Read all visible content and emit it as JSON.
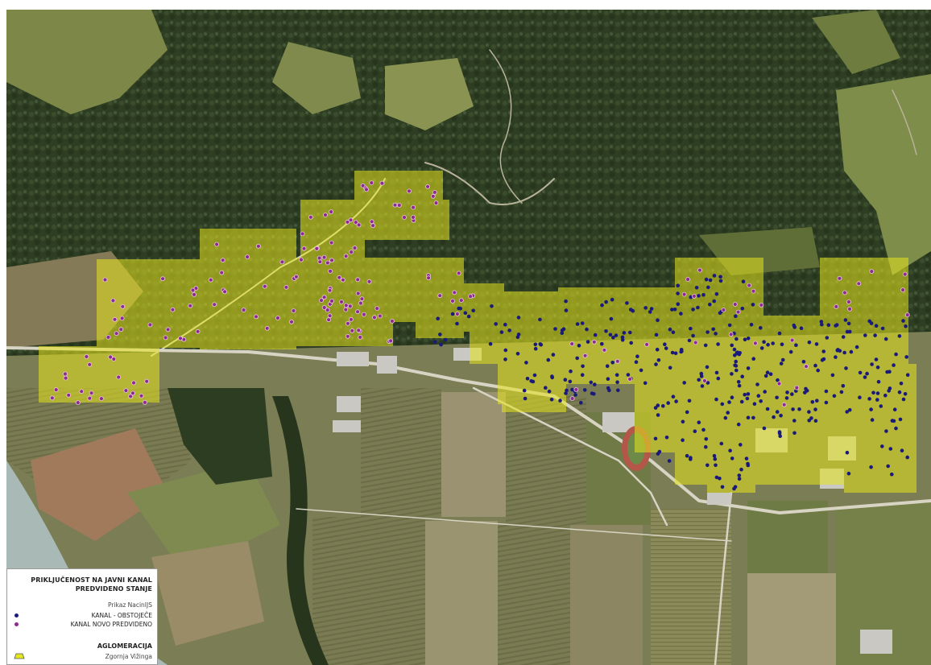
{
  "map": {
    "legend": {
      "title_line1": "PRIKLJUČENOST NA JAVNI KANAL",
      "title_line2": "PREDVIDENO STANJE",
      "subtitle": "Prikaz NacinIJS",
      "items": [
        {
          "label": "KANAL - OBSTOJEČE",
          "color": "#1a1a7a"
        },
        {
          "label": "KANAL NOVO PREDVIDENO",
          "color": "#8e2a8e"
        }
      ],
      "agglomeration_title": "AGLOMERACIJA",
      "agglomeration_name": "Zgornja Vižinga",
      "agglomeration_color": "#e6e61e"
    },
    "colors": {
      "forest": "#2f3f24",
      "meadow": "#7d8a4a",
      "field": "#8c8a5e",
      "road": "#d8d4c4",
      "river": "#a9b9b6",
      "overlay": "#e6e61e",
      "existing_point": "#1a1a7a",
      "new_point": "#8e2a8e"
    }
  }
}
